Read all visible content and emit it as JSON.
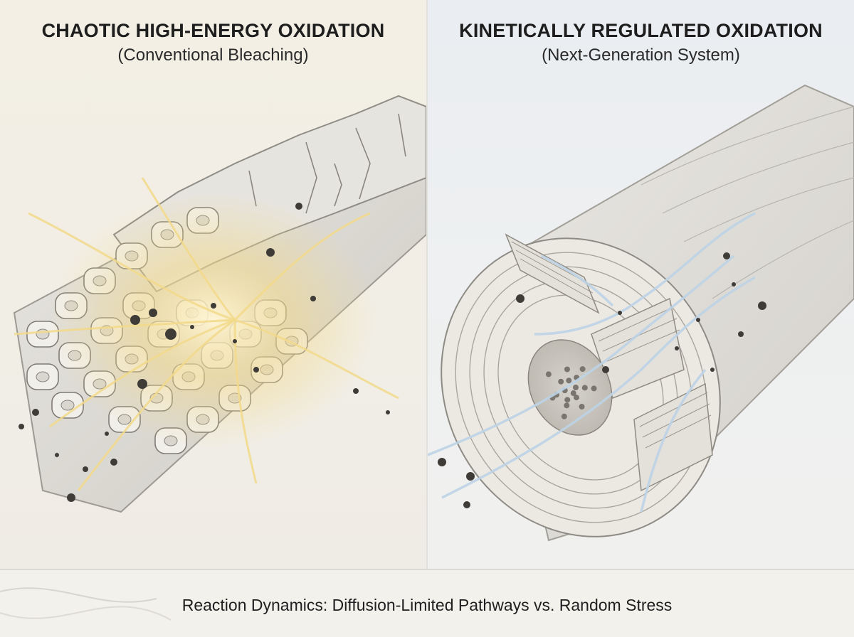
{
  "left_panel": {
    "title": "CHAOTIC HIGH-ENERGY OXIDATION",
    "subtitle": "(Conventional Bleaching)"
  },
  "right_panel": {
    "title": "KINETICALLY REGULATED OXIDATION",
    "subtitle": "(Next-Generation System)"
  },
  "caption": "Reaction Dynamics: Diffusion-Limited Pathways vs. Random Stress",
  "colors": {
    "energy_glow": "#f2d98a",
    "flow_stream": "#bcd3e6",
    "fiber": "#d9d6cf",
    "debris": "#3f3c38"
  }
}
